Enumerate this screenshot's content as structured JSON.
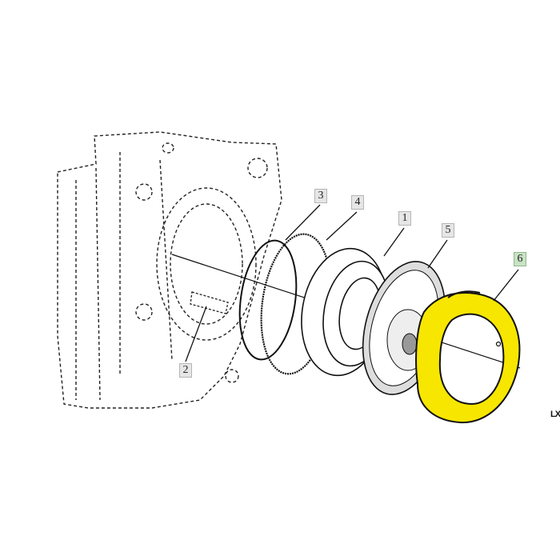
{
  "diagram": {
    "callouts": [
      {
        "id": "1",
        "label": "1",
        "selected": false
      },
      {
        "id": "2",
        "label": "2",
        "selected": false
      },
      {
        "id": "3",
        "label": "3",
        "selected": false
      },
      {
        "id": "4",
        "label": "4",
        "selected": false
      },
      {
        "id": "5",
        "label": "5",
        "selected": false
      },
      {
        "id": "6",
        "label": "6",
        "selected": true
      }
    ],
    "reference_code": "LX",
    "colors": {
      "highlight_part": "#f7e600",
      "selected_callout": "#c8e2c4",
      "callout": "#e6e6e6",
      "line": "#111111"
    }
  }
}
